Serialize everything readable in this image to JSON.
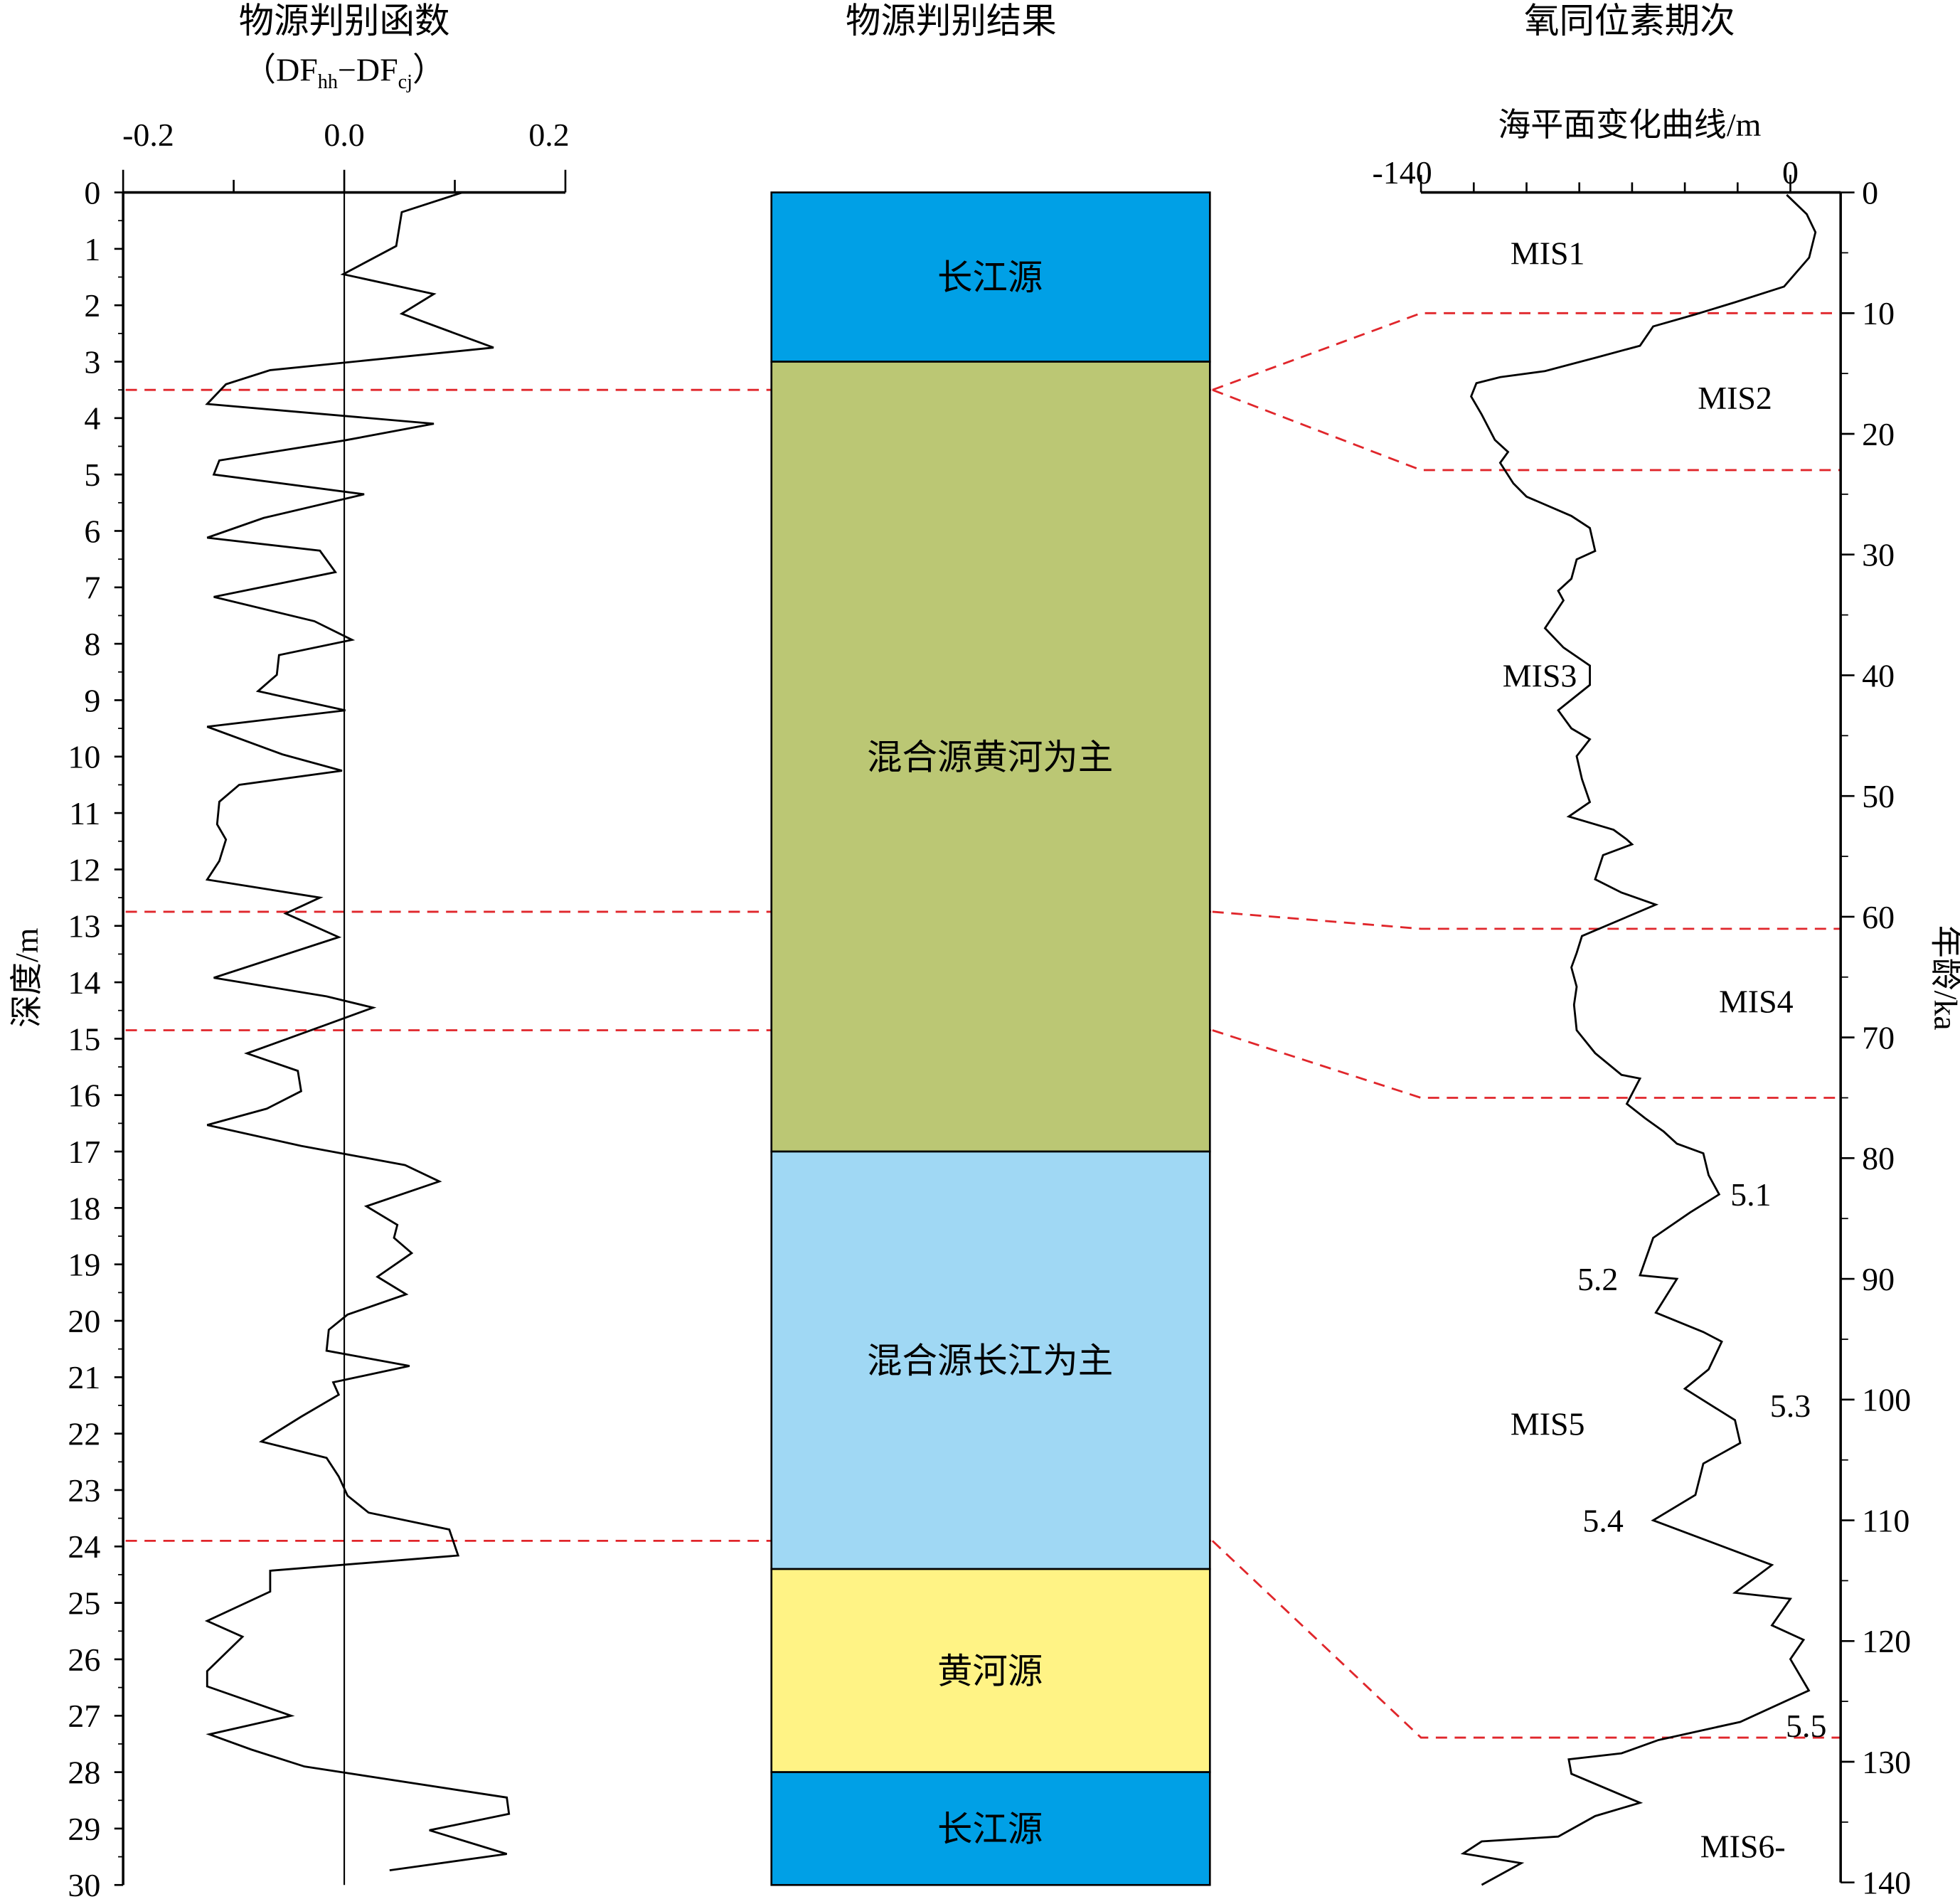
{
  "left_panel": {
    "title": "物源判别函数",
    "subtitle_prefix": "（DF",
    "subtitle_sub1": "hh",
    "subtitle_mid": "−DF",
    "subtitle_sub2": "cj",
    "subtitle_suffix": "）",
    "x_ticks": [
      "-0.2",
      "0.0",
      "0.2"
    ],
    "y_label": "深度/m"
  },
  "middle_panel": {
    "title": "物源判别结果",
    "units": [
      {
        "label": "长江源",
        "from": 0,
        "to": 3,
        "color": "#00A0E6"
      },
      {
        "label": "混合源黄河为主",
        "from": 3,
        "to": 17,
        "color": "#BBC774"
      },
      {
        "label": "混合源长江为主",
        "from": 17,
        "to": 24.4,
        "color": "#A0D8F4"
      },
      {
        "label": "黄河源",
        "from": 24.4,
        "to": 28,
        "color": "#FFF385"
      },
      {
        "label": "长江源",
        "from": 28,
        "to": 30,
        "color": "#00A0E6"
      }
    ]
  },
  "right_panel": {
    "title": "氧同位素期次",
    "x_label": "海平面变化曲线/m",
    "x_ticks": [
      "-140",
      "0"
    ],
    "y_label": "年龄/ka",
    "stages": [
      {
        "label": "MIS1",
        "age": 5,
        "sl": -92
      },
      {
        "label": "MIS2",
        "age": 17,
        "sl": -21
      },
      {
        "label": "MIS3",
        "age": 40,
        "sl": -95
      },
      {
        "label": "MIS4",
        "age": 67,
        "sl": -13
      },
      {
        "label": "MIS5",
        "age": 102,
        "sl": -92
      },
      {
        "label": "MIS6-",
        "age": 137,
        "sl": -18
      }
    ],
    "substages": [
      {
        "label": "5.1",
        "age": 83,
        "sl": -15
      },
      {
        "label": "5.2",
        "age": 90,
        "sl": -73
      },
      {
        "label": "5.3",
        "age": 100.5,
        "sl": 0
      },
      {
        "label": "5.4",
        "age": 110,
        "sl": -71
      },
      {
        "label": "5.5",
        "age": 127,
        "sl": 6
      }
    ]
  },
  "chart_data": [
    {
      "type": "line",
      "title": "物源判别函数（DFhh−DFcj）",
      "xlabel": "DFhh−DFcj",
      "ylabel": "深度/m",
      "xlim": [
        -0.2,
        0.2
      ],
      "ylim": [
        0,
        30
      ],
      "y_inverted": true,
      "y_ticks": [
        0,
        1,
        2,
        3,
        4,
        5,
        6,
        7,
        8,
        9,
        10,
        11,
        12,
        13,
        14,
        15,
        16,
        17,
        18,
        19,
        20,
        21,
        22,
        23,
        24,
        25,
        26,
        27,
        28,
        29,
        30
      ],
      "depth": [
        0,
        0.35,
        0.95,
        1.45,
        1.8,
        2.15,
        2.75,
        3.15,
        3.4,
        3.75,
        4.1,
        4.4,
        4.75,
        5.0,
        5.35,
        5.77,
        6.12,
        6.35,
        6.73,
        7.17,
        7.6,
        7.93,
        8.2,
        8.55,
        8.84,
        9.18,
        9.47,
        9.96,
        10.25,
        10.5,
        10.8,
        11.2,
        11.47,
        11.85,
        12.18,
        12.5,
        12.78,
        13.2,
        13.92,
        14.25,
        14.45,
        14.75,
        15.26,
        15.57,
        15.93,
        16.24,
        16.53,
        16.9,
        17.24,
        17.53,
        17.97,
        18.3,
        18.53,
        18.8,
        19.22,
        19.53,
        19.89,
        20.16,
        20.53,
        20.8,
        21.09,
        21.31,
        21.7,
        22.14,
        22.43,
        22.76,
        23.1,
        23.4,
        23.7,
        24.16,
        24.43,
        24.8,
        25.32,
        25.6,
        26.21,
        26.48,
        27.0,
        27.33,
        27.6,
        27.9,
        28.45,
        28.74,
        29.03,
        29.45,
        29.74
      ],
      "value": [
        0.107,
        0.052,
        0.047,
        -0.001,
        0.081,
        0.052,
        0.135,
        -0.067,
        -0.107,
        -0.124,
        0.081,
        -0.001,
        -0.113,
        -0.118,
        0.018,
        -0.073,
        -0.124,
        -0.022,
        -0.008,
        -0.118,
        -0.027,
        0.007,
        -0.059,
        -0.061,
        -0.078,
        0.001,
        -0.124,
        -0.056,
        -0.002,
        -0.095,
        -0.113,
        -0.115,
        -0.107,
        -0.113,
        -0.124,
        -0.022,
        -0.053,
        -0.005,
        -0.118,
        -0.016,
        0.026,
        -0.016,
        -0.088,
        -0.042,
        -0.039,
        -0.07,
        -0.124,
        -0.039,
        0.055,
        0.086,
        0.02,
        0.048,
        0.045,
        0.061,
        0.03,
        0.056,
        0.003,
        -0.014,
        -0.016,
        0.059,
        -0.01,
        -0.005,
        -0.039,
        -0.075,
        -0.016,
        -0.005,
        0.003,
        0.022,
        0.095,
        0.103,
        -0.067,
        -0.067,
        -0.124,
        -0.092,
        -0.124,
        -0.124,
        -0.048,
        -0.122,
        -0.084,
        -0.036,
        0.147,
        0.149,
        0.077,
        0.147,
        0.041
      ]
    },
    {
      "type": "line",
      "title": "海平面变化曲线/m",
      "xlabel": "海平面变化曲线/m",
      "ylabel": "年龄/ka",
      "xlim": [
        -140,
        20
      ],
      "ylim": [
        0,
        140
      ],
      "y_inverted": true,
      "y_ticks": [
        0,
        10,
        20,
        30,
        40,
        50,
        60,
        70,
        80,
        90,
        100,
        110,
        120,
        130,
        140
      ],
      "age": [
        0.2,
        1.8,
        3.3,
        5.4,
        7.8,
        9.1,
        10.1,
        11.1,
        12.7,
        13.7,
        14.8,
        15.3,
        15.8,
        16.9,
        18.4,
        20.5,
        21.5,
        22.4,
        24.1,
        25.2,
        26.8,
        27.8,
        29.7,
        30.4,
        32,
        33,
        33.8,
        36.1,
        37.7,
        39.2,
        40.8,
        42.9,
        44.4,
        45.3,
        46.7,
        48.6,
        50.5,
        51.7,
        52.8,
        53.6,
        54,
        54.9,
        56.9,
        58,
        59,
        61.6,
        63,
        64.2,
        65.8,
        67.3,
        69.4,
        71.3,
        73.1,
        73.4,
        75.5,
        76.7,
        77.8,
        78.8,
        79.6,
        81.4,
        83,
        84.5,
        86.6,
        89.7,
        90,
        92.8,
        94.4,
        95.2,
        97.5,
        99.1,
        101.7,
        103.6,
        105.3,
        107.9,
        110,
        113.7,
        116,
        116.5,
        118.7,
        119.9,
        121.5,
        124.1,
        126.7,
        128.2,
        129.3,
        129.8,
        131,
        133.4,
        134.5,
        136.2,
        136.6,
        137.6,
        138.4,
        140.2
      ],
      "sea_level": [
        -1.4,
        6.2,
        9.5,
        7.1,
        -2.4,
        -21,
        -36,
        -52,
        -57,
        -74,
        -93,
        -110,
        -119,
        -121,
        -117,
        -112,
        -107,
        -110,
        -105,
        -100,
        -83,
        -76,
        -74,
        -81,
        -83,
        -88,
        -86,
        -93,
        -86,
        -76,
        -76,
        -88,
        -83,
        -76,
        -81,
        -79,
        -76,
        -84,
        -67,
        -62,
        -60,
        -71,
        -74,
        -64,
        -51,
        -79,
        -81,
        -83,
        -81,
        -82,
        -81,
        -74,
        -64,
        -57,
        -62,
        -55,
        -48,
        -43,
        -33,
        -31,
        -27,
        -38,
        -52,
        -57,
        -43,
        -51,
        -33,
        -26,
        -31,
        -40,
        -21,
        -19,
        -33,
        -36,
        -52,
        -7,
        -21,
        0,
        -7,
        5,
        0,
        7,
        -19,
        -50,
        -64,
        -84,
        -83,
        -57,
        -74,
        -88,
        -117,
        -124,
        -102,
        -117
      ]
    }
  ],
  "correlation_lines": [
    {
      "depth": 3.5,
      "ages": [
        10,
        23
      ]
    },
    {
      "depth": 12.75,
      "ages": [
        61
      ]
    },
    {
      "depth": 14.85,
      "ages": [
        75
      ]
    },
    {
      "depth": 23.9,
      "ages": [
        128
      ]
    }
  ],
  "colors": {
    "dash": "#E0262B",
    "line": "#000000"
  }
}
